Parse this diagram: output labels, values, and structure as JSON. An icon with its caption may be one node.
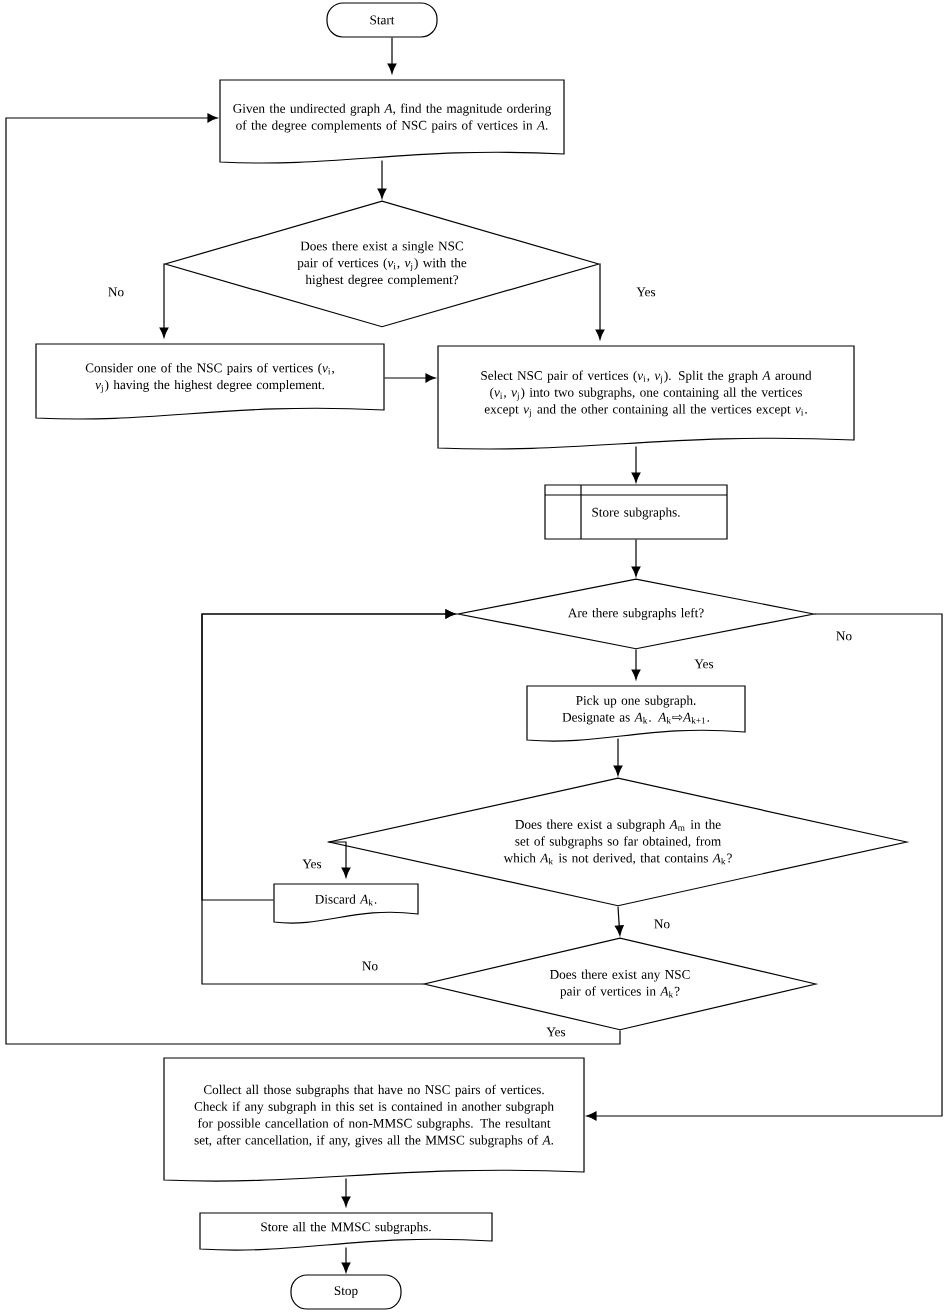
{
  "diagram": {
    "nodes": [
      {
        "text": [
          "Start"
        ]
      },
      {
        "text": [
          "Given the undirected graph *A*, find the magnitude ordering of the degree complements of NSC pairs of vertices in *A*."
        ]
      },
      {
        "text": [
          "Does there exist a single NSC pair of vertices (*v*$_{i}$, *v*$_{j}$) with the highest degree complement?"
        ]
      },
      {
        "text": [
          "Consider one of the NSC pairs of vertices (*v*$_{i}$, *v*$_{j}$) having the highest degree complement."
        ]
      },
      {
        "text": [
          "Select NSC pair of vertices (*v*$_{i}$, *v*$_{j}$). Split the graph *A* around (*v*$_{i}$, *v*$_{j}$) into two subgraphs, one containing all the vertices except *v*$_{j}$ and the other containing all the vertices except *v*$_{i}$."
        ]
      },
      {
        "text": [
          "Store subgraphs."
        ]
      },
      {
        "text": [
          "Are there subgraphs left?"
        ]
      },
      {
        "text": [
          "Pick up one subgraph. Designate as *A*$_{k}$. *A*$_{k}$⇨*A*$_{k+1}$."
        ]
      },
      {
        "text": [
          "Does there exist a subgraph *A*$_{m}$ in the set of subgraphs so far obtained, from which *A*$_{k}$ is not derived, that contains *A*$_{k}$?"
        ]
      },
      {
        "text": [
          "Discard *A*$_{k}$."
        ]
      },
      {
        "text": [
          "Does there exist any NSC pair of vertices in *A*$_{k}$?"
        ]
      },
      {
        "text": [
          "Collect all those subgraphs that have no NSC pairs of vertices. Check if any subgraph in this set is contained in another subgraph for possible cancellation of non-MMSC subgraphs. The resultant set, after cancellation, if any, gives all the MMSC subgraphs of *A*."
        ]
      },
      {
        "text": [
          "Store all the MMSC subgraphs."
        ]
      },
      {
        "text": [
          "Stop"
        ]
      }
    ],
    "edges": [
      {
        "from": 0,
        "to": 1,
        "arrow": "to"
      },
      {
        "from": 1,
        "to": 2,
        "arrow": "to"
      },
      {
        "from": 2,
        "to": 3,
        "arrow": "to",
        "label": "No"
      },
      {
        "from": 2,
        "to": 4,
        "arrow": "to",
        "label": "Yes"
      },
      {
        "from": 3,
        "to": 4,
        "arrow": "to"
      },
      {
        "from": 4,
        "to": 5,
        "arrow": "to"
      },
      {
        "from": 5,
        "to": 6,
        "arrow": "to"
      },
      {
        "from": 6,
        "to": 7,
        "arrow": "to",
        "label": "Yes"
      },
      {
        "from": 6,
        "to": 11,
        "arrow": "to",
        "label": "No"
      },
      {
        "from": 7,
        "to": 8,
        "arrow": "to"
      },
      {
        "from": 8,
        "to": 9,
        "arrow": "to",
        "label": "Yes"
      },
      {
        "from": 8,
        "to": 10,
        "arrow": "to",
        "label": "No"
      },
      {
        "from": 9,
        "to": 6,
        "arrow": "to"
      },
      {
        "from": 10,
        "to": 6,
        "arrow": "to",
        "label": "No"
      },
      {
        "from": 10,
        "to": 1,
        "arrow": "to",
        "label": "Yes"
      },
      {
        "from": 11,
        "to": 12,
        "arrow": "to"
      },
      {
        "from": 12,
        "to": 13,
        "arrow": "to"
      }
    ]
  }
}
